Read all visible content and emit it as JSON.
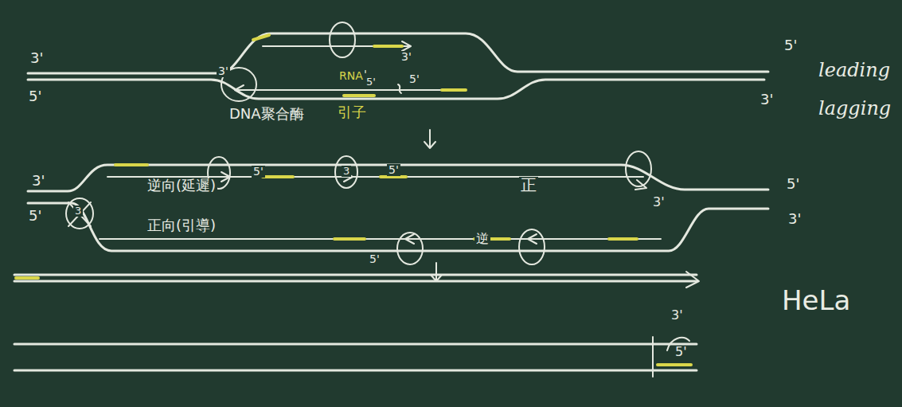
{
  "diagram": {
    "labels": [
      "3'",
      "5'",
      "3'",
      "5'",
      "3'",
      "RNA",
      "5'",
      "5'",
      "5'",
      "3'",
      "leading",
      "lagging",
      "DNA聚合酶",
      "引子",
      "3'",
      "5'",
      "3",
      "逆向(延遲)",
      "正向(引導)",
      "5'",
      "3",
      "5'",
      "正",
      "3'",
      "5'",
      "3'",
      "5'",
      "逆",
      "HeLa",
      "3'",
      "5'"
    ]
  }
}
